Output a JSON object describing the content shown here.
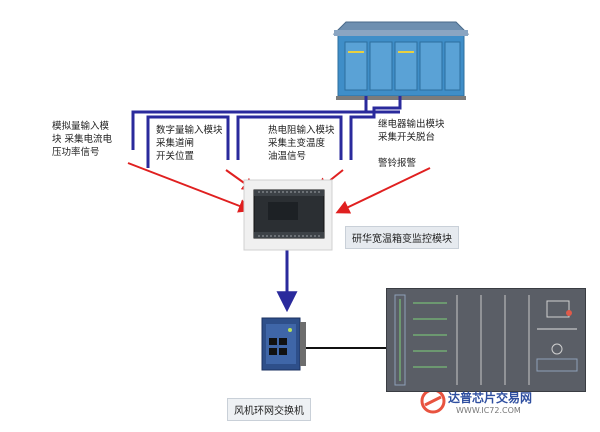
{
  "labels": {
    "analog": "模拟量输入模\n块 采集电流电\n压功率信号",
    "digital": "数字量输入模块\n采集道闸\n开关位置",
    "thermal": "热电阻输入模块\n采集主变温度\n油温信号",
    "relay": "继电器输出模块\n采集开关脱台\n\n警铃报警"
  },
  "module_caption": "研华宽温箱变监控模块",
  "switch_caption": "风机环网交换机",
  "watermark": {
    "brand": "达普芯片交易网",
    "url": "WWW.IC72.COM"
  },
  "colors": {
    "bus_line": "#2a2a9c",
    "red_arrow": "#e02020",
    "cable": "#111111",
    "substation_body": "#3f8ec8",
    "screen_bg": "#5a5e66"
  }
}
